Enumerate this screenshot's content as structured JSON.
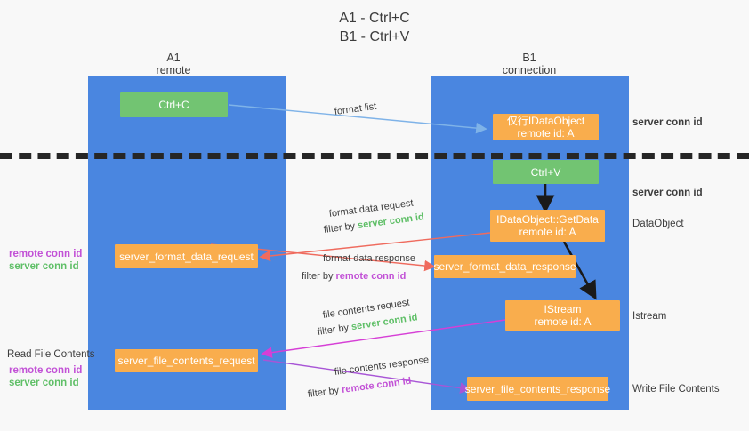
{
  "header": {
    "line1": "A1 - Ctrl+C",
    "line2": "B1 - Ctrl+V"
  },
  "lanes": [
    {
      "id": "a1",
      "title": "A1",
      "subtitle": "remote"
    },
    {
      "id": "b1",
      "title": "B1",
      "subtitle": "connection"
    }
  ],
  "colors": {
    "lane": "#4a86e0",
    "node_orange": "#f9ad4d",
    "node_green": "#72c472",
    "green_text": "#5fbf67",
    "purple_text": "#c251d6",
    "arrow_blue": "#7fb3e8",
    "arrow_red": "#ef6b5e",
    "arrow_magenta": "#d63fd6",
    "arrow_purple": "#a855d6",
    "arrow_black": "#1a1a1a",
    "divider": "#262626"
  },
  "nodes": [
    {
      "id": "ctrl-c",
      "label_line1": "Ctrl+C",
      "label_line2": "",
      "style": "green"
    },
    {
      "id": "ctrl-v",
      "label_line1": "Ctrl+V",
      "label_line2": "",
      "style": "green"
    },
    {
      "id": "idataobject",
      "label_line1": "仅行IDataObject",
      "label_line2": "remote id: A",
      "style": "orange"
    },
    {
      "id": "getdata",
      "label_line1": "IDataObject::GetData",
      "label_line2": "remote id: A",
      "style": "orange"
    },
    {
      "id": "istream",
      "label_line1": "IStream",
      "label_line2": "remote id: A",
      "style": "orange"
    },
    {
      "id": "server-format-data-request",
      "label_line1": "server_format_data_request",
      "label_line2": "",
      "style": "orange"
    },
    {
      "id": "server-format-data-response",
      "label_line1": "server_format_data_response",
      "label_line2": "",
      "style": "orange"
    },
    {
      "id": "server-file-contents-request",
      "label_line1": "server_file_contents_request",
      "label_line2": "",
      "style": "orange"
    },
    {
      "id": "server-file-contents-response",
      "label_line1": "server_file_contents_response",
      "label_line2": "",
      "style": "orange"
    }
  ],
  "edge_labels": {
    "format_list": "format list",
    "format_data_request": "format data request",
    "format_data_response": "format data response",
    "file_contents_request": "file contents request",
    "file_contents_response": "file contents response",
    "filter_by": "filter by ",
    "server_conn_id": "server conn id",
    "remote_conn_id": "remote conn id"
  },
  "side_labels": {
    "left_mid_remote": "remote conn id",
    "left_mid_server": "server conn id",
    "read_file_contents": "Read File Contents",
    "left_low_remote": "remote conn id",
    "left_low_server": "server conn id"
  },
  "right_notes": {
    "server_conn_id_top": "server conn id",
    "server_conn_id_second": "server conn id",
    "dataobject": "DataObject",
    "istream": "Istream",
    "write_file_contents": "Write File Contents"
  }
}
